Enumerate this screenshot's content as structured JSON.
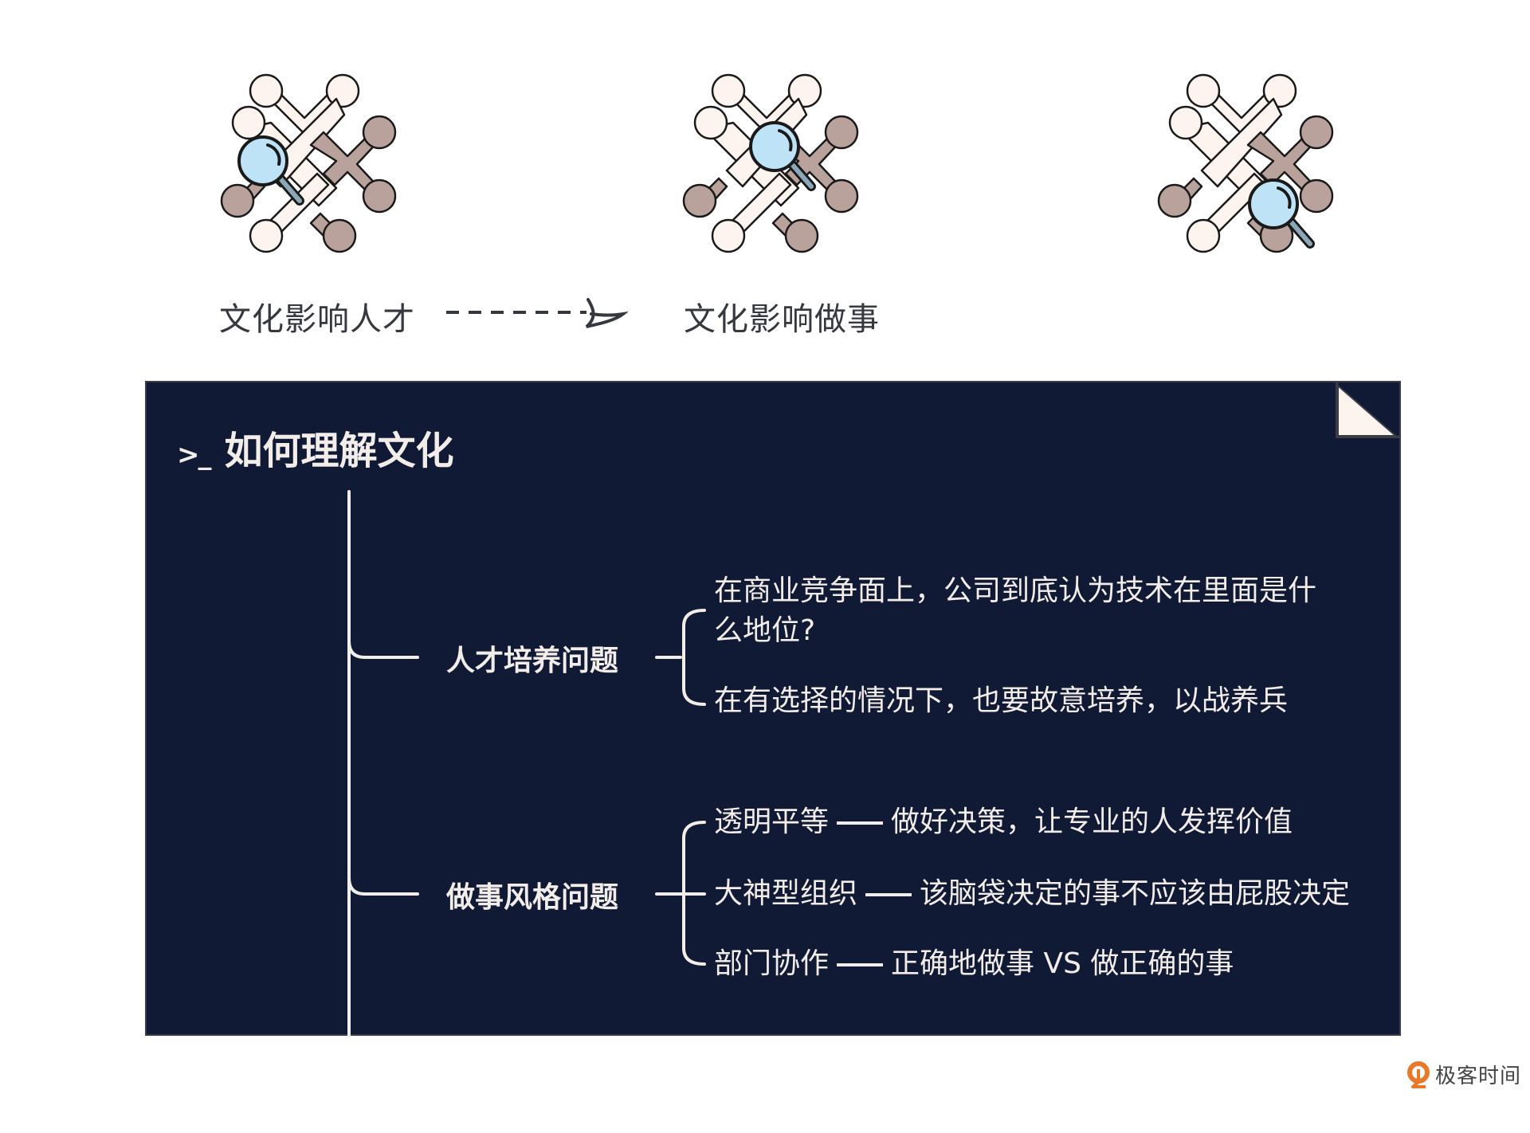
{
  "top_row": {
    "icons": [
      {
        "name": "maze-network-icon",
        "lens_position": "left"
      },
      {
        "name": "maze-network-icon",
        "lens_position": "center"
      },
      {
        "name": "maze-network-icon",
        "lens_position": "bottom-right"
      }
    ],
    "labels": {
      "left": "文化影响人才",
      "middle": "文化影响做事"
    },
    "arrow": "dashed-arrow-right"
  },
  "panel": {
    "prompt": ">_",
    "title": "如何理解文化",
    "branches": [
      {
        "label": "人才培养问题",
        "leaves": [
          {
            "line1": "在商业竞争面上，公司到底认为技术在里面是什",
            "line2": "么地位?"
          },
          {
            "line1": "在有选择的情况下，也要故意培养，以战养兵"
          }
        ]
      },
      {
        "label": "做事风格问题",
        "leaves": [
          {
            "key": "透明平等",
            "value": "做好决策，让专业的人发挥价值"
          },
          {
            "key": "大神型组织",
            "value": "该脑袋决定的事不应该由屁股决定"
          },
          {
            "key": "部门协作",
            "value": "正确地做事 VS 做正确的事"
          }
        ]
      }
    ]
  },
  "footer": {
    "brand": "极客时间"
  },
  "colors": {
    "panel_bg": "#111a35",
    "panel_text": "#f3ede9",
    "light_piece": "#fdf4f0",
    "dark_piece": "#b9a29c",
    "lens": "#bfe3f6",
    "lens_handle": "#8aa8b8",
    "brand_orange": "#e8792b"
  }
}
